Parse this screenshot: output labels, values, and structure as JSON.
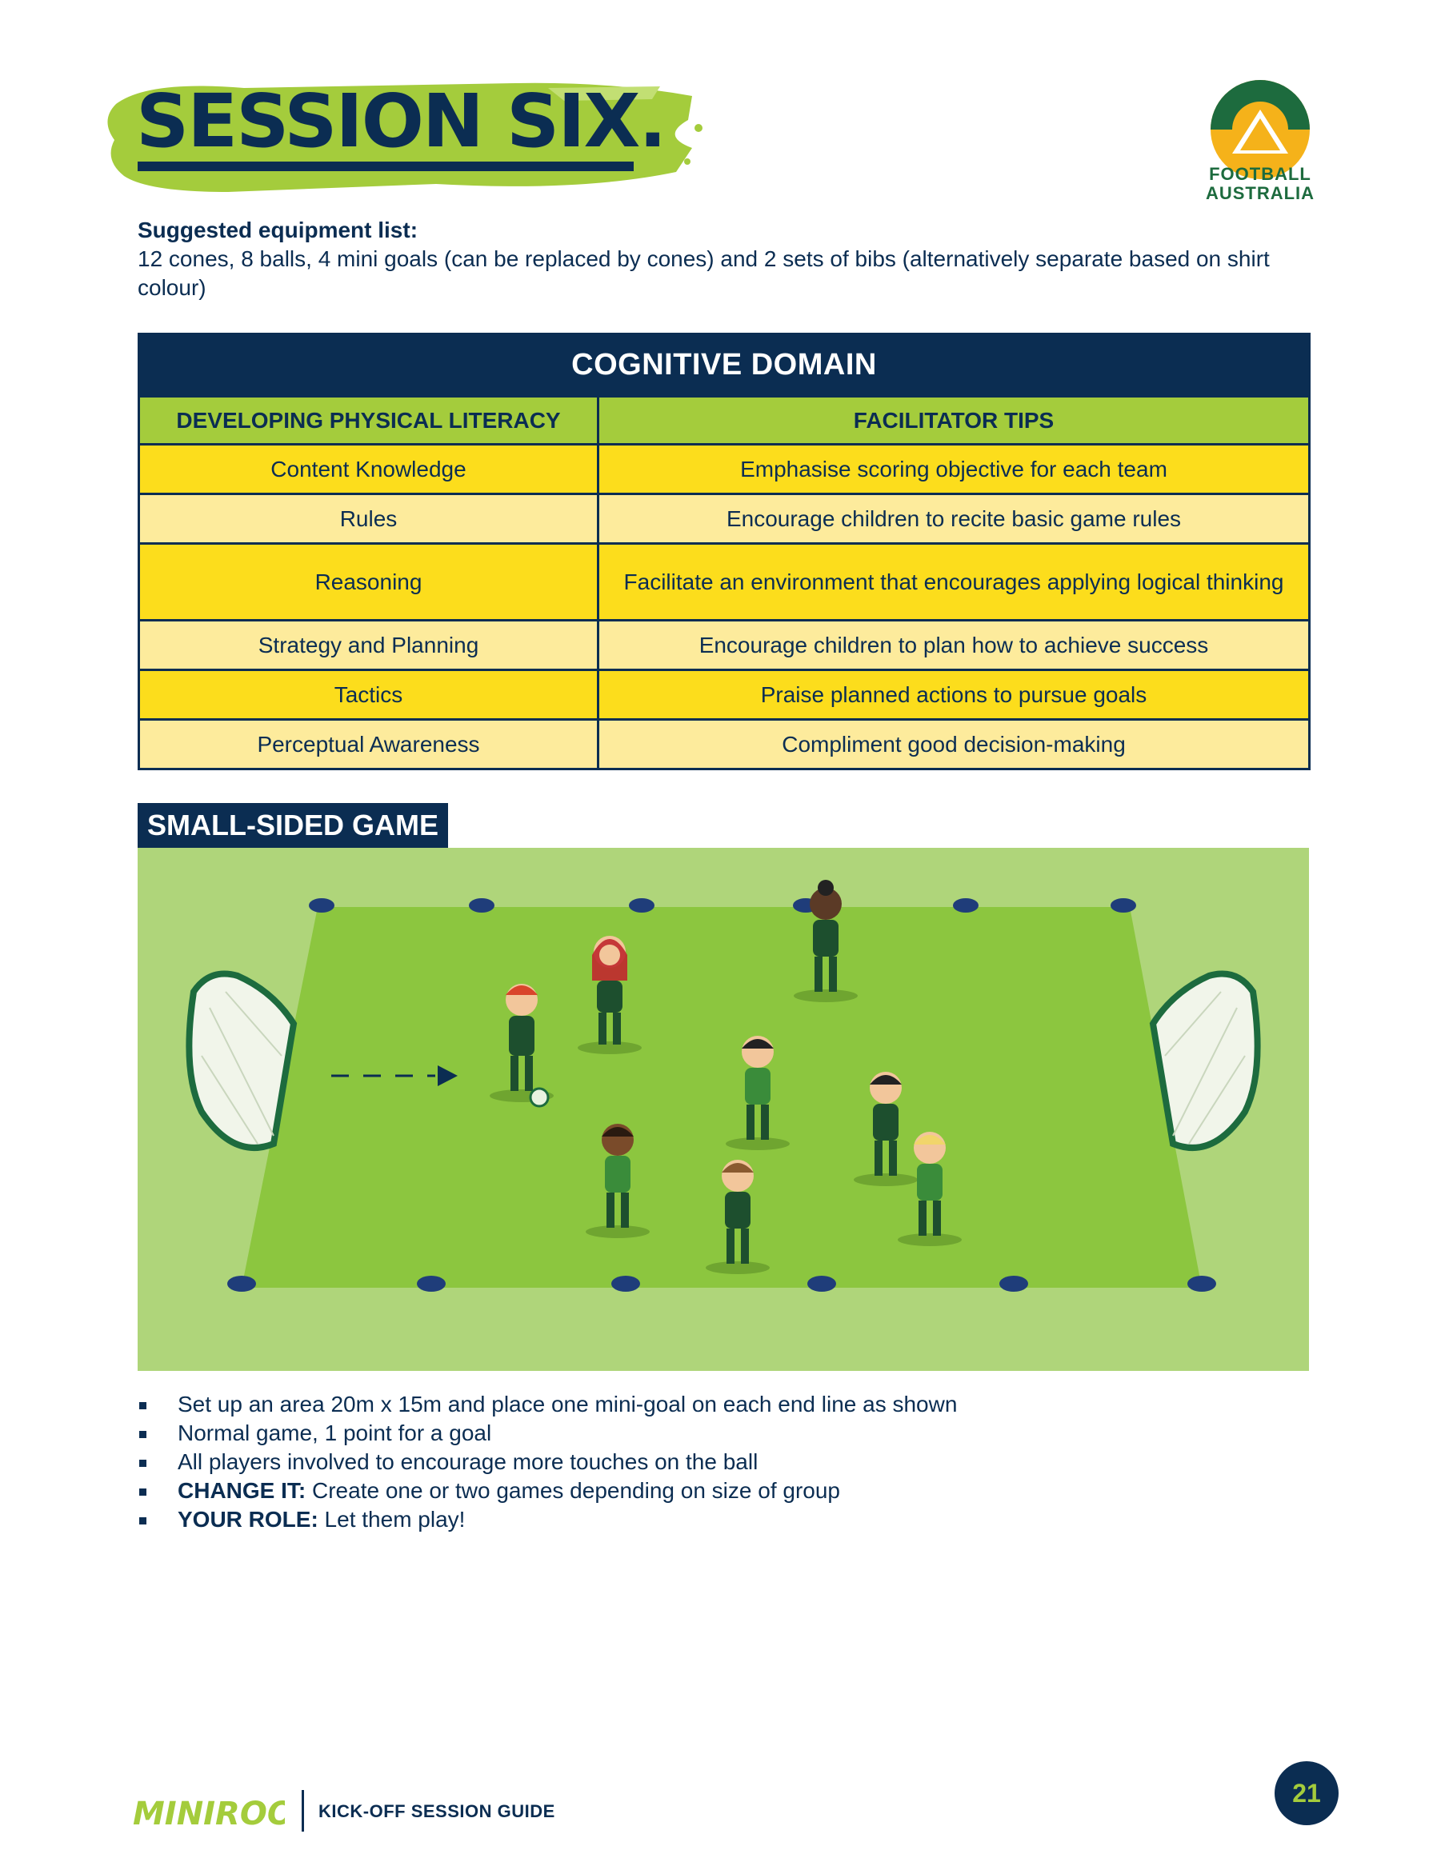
{
  "header": {
    "title": "SESSION SIX.",
    "logo_text_line1": "FOOTBALL",
    "logo_text_line2": "AUSTRALIA"
  },
  "equipment": {
    "heading": "Suggested equipment list:",
    "text": "12 cones, 8 balls, 4 mini goals (can be replaced by cones) and 2 sets of bibs (alternatively separate based on shirt colour)"
  },
  "table": {
    "title": "COGNITIVE DOMAIN",
    "col1_header": "DEVELOPING PHYSICAL LITERACY",
    "col2_header": "FACILITATOR TIPS",
    "rows": [
      {
        "skill": "Content Knowledge",
        "tip": "Emphasise scoring objective for each team"
      },
      {
        "skill": "Rules",
        "tip": "Encourage children to recite basic game rules"
      },
      {
        "skill": "Reasoning",
        "tip": "Facilitate an environment that encourages applying logical thinking"
      },
      {
        "skill": "Strategy and Planning",
        "tip": "Encourage children to plan how to achieve success"
      },
      {
        "skill": "Tactics",
        "tip": "Praise planned actions to pursue goals"
      },
      {
        "skill": "Perceptual Awareness",
        "tip": "Compliment good decision-making"
      }
    ]
  },
  "game": {
    "label": "SMALL-SIDED GAME",
    "bullets": [
      {
        "bold": "",
        "text": "Set up an area 20m x 15m and place one mini-goal on each end line as shown"
      },
      {
        "bold": "",
        "text": "Normal game, 1 point for a goal"
      },
      {
        "bold": "",
        "text": "All players involved to encourage more touches on the ball"
      },
      {
        "bold": "CHANGE IT:",
        "text": " Create one or two games depending on size of group"
      },
      {
        "bold": "YOUR ROLE:",
        "text": " Let them play!"
      }
    ]
  },
  "footer": {
    "brand": "MINIROOS",
    "guide": "KICK-OFF SESSION GUIDE",
    "page_number": "21"
  },
  "colors": {
    "navy": "#0b2d52",
    "green": "#a4cc3c",
    "yellow_dark": "#fcdd1c",
    "yellow_light": "#fdeb9c",
    "pitch": "#8cc63f"
  }
}
